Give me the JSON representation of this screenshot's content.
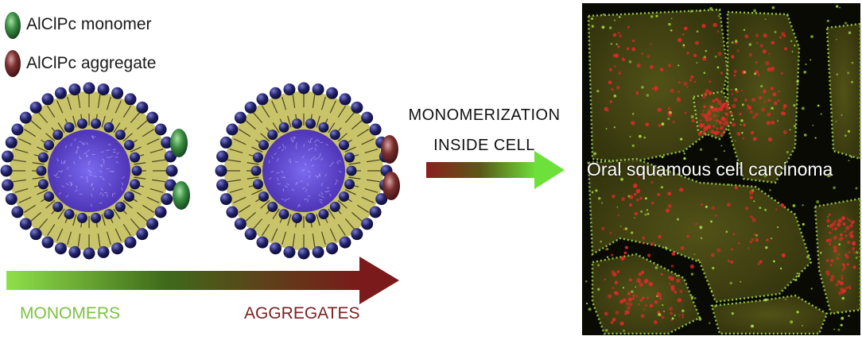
{
  "legend": {
    "monomer_label": "AlClPc monomer",
    "aggregate_label": "AlClPc aggregate"
  },
  "step": {
    "line1": "MONOMERIZATION",
    "line2": "INSIDE CELL"
  },
  "gradient_arrow": {
    "start_label": "MONOMERS",
    "end_label": "AGGREGATES"
  },
  "micrograph": {
    "label": "Oral squamous cell carcinoma"
  },
  "colors": {
    "monomer": "#2e7d3e",
    "aggregate": "#6b2a2a",
    "shell": "#c9c36a",
    "head": "#1f1f5c",
    "core": "#5a3fc0",
    "green_label": "#7cc242",
    "red_label": "#7a2222"
  }
}
